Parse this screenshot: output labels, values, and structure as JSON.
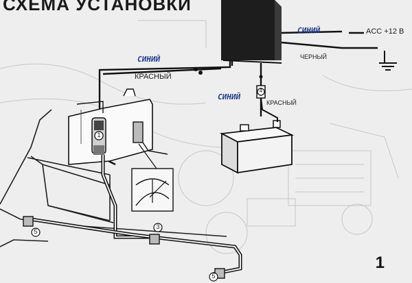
{
  "diagram": {
    "title": "СХЕМА УСТАНОВКИ",
    "labels": {
      "blue_1": "СИНИЙ",
      "red_1": "КРАСНЫЙ",
      "blue_2": "СИНИЙ",
      "blue_3": "СИНИЙ",
      "red_2": "КРАСНЫЙ",
      "acc": "ACC +12 В",
      "black": "ЧЕРНЫЙ"
    },
    "markers": {
      "pump": "1",
      "nozzle_mid": "3",
      "nozzle_left": "5",
      "nozzle_right": "5",
      "fuse": "4"
    },
    "page_number": "1"
  }
}
